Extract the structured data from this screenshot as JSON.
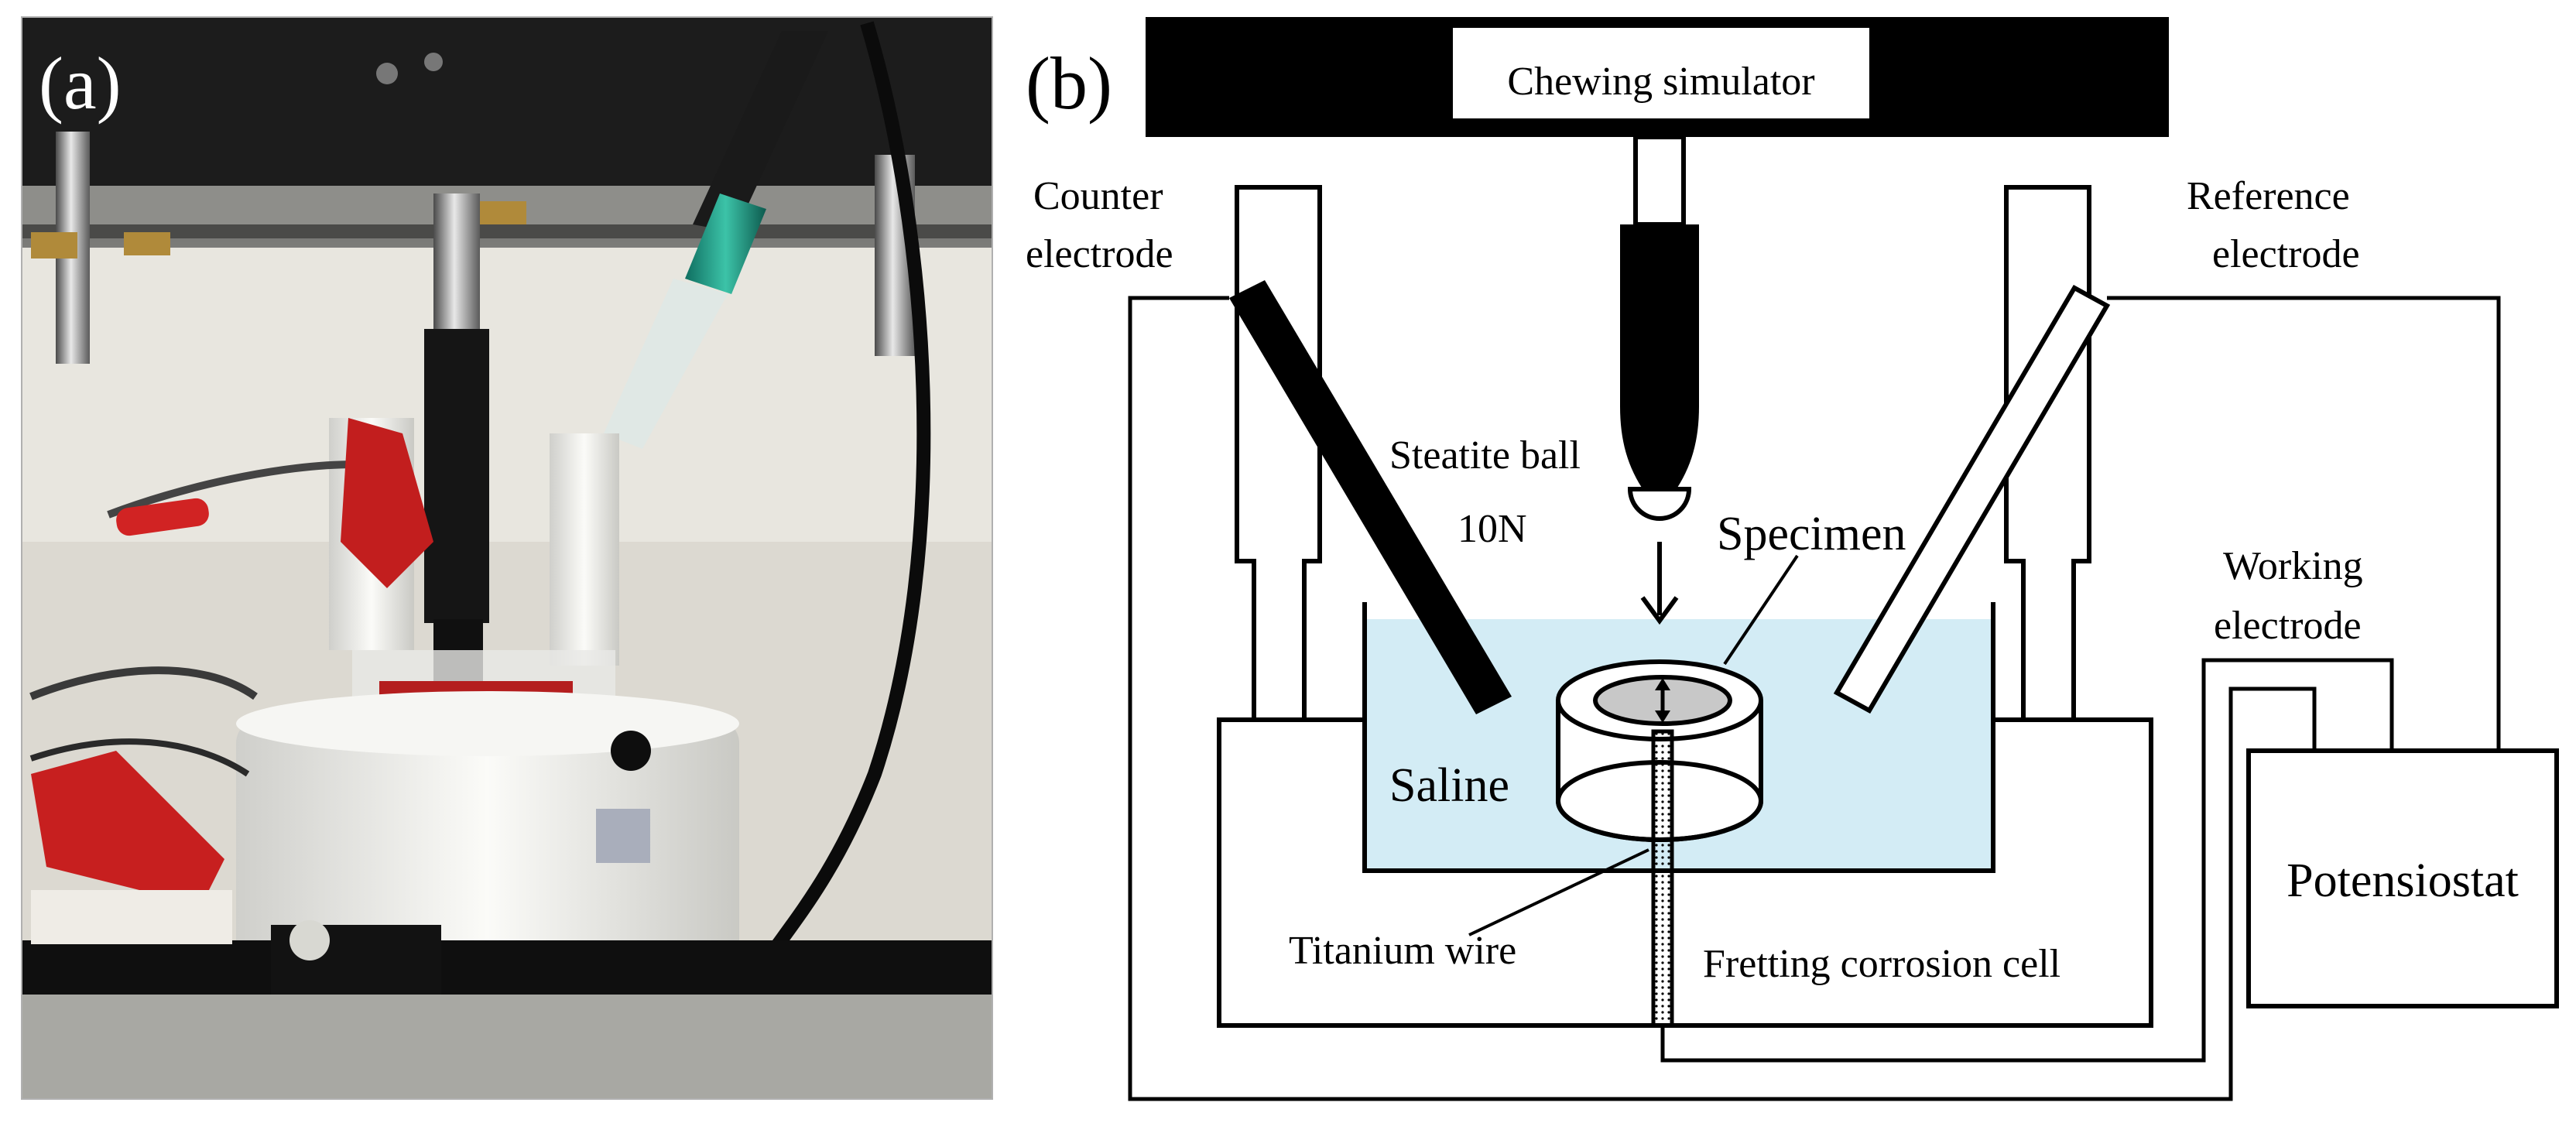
{
  "panels": {
    "a": {
      "tag": "(a)"
    },
    "b": {
      "tag": "(b)"
    }
  },
  "labels": {
    "chewing_simulator": "Chewing simulator",
    "counter_line1": "Counter",
    "counter_line2": "electrode",
    "reference_line1": "Reference",
    "reference_line2": "electrode",
    "steatite_ball": "Steatite ball",
    "load": "10N",
    "specimen": "Specimen",
    "working_line1": "Working",
    "working_line2": "electrode",
    "saline": "Saline",
    "potentiostat": "Potensiostat",
    "titanium_wire": "Titanium wire",
    "cell": "Fretting corrosion cell"
  },
  "colors": {
    "saline": "#d3ecf5",
    "specimen_top": "#c8c8c8",
    "black": "#000000"
  }
}
